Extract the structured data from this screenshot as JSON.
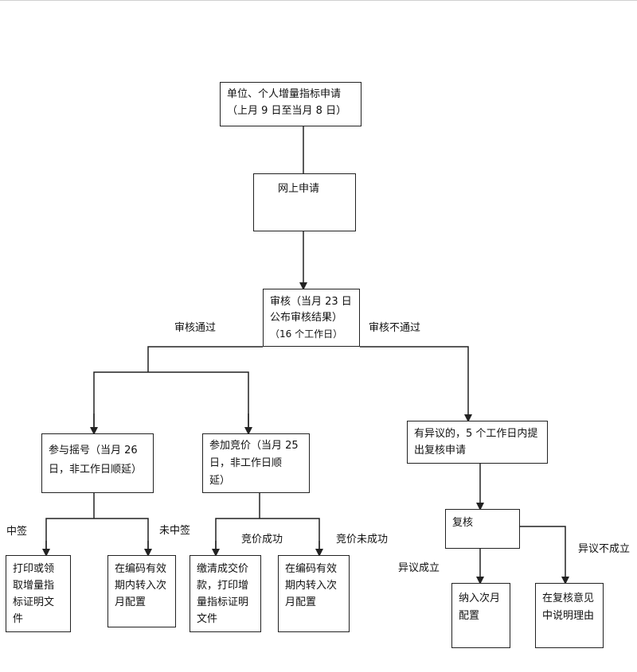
{
  "nodes": {
    "apply": {
      "line1": "单位、个人增量指标申请",
      "line2": "（上月 9 日至当月 8 日）"
    },
    "online": {
      "line1": "网上申请"
    },
    "review": {
      "line1": "审核（当月 23 日",
      "line2": "公布审核结果）",
      "line3": "（16 个工作日）"
    },
    "lottery": {
      "line1": "参与摇号（当月 26",
      "line2": "日，非工作日顺延）"
    },
    "bidding": {
      "line1": "参加竞价（当月 25",
      "line2": "日，非工作日顺",
      "line3": "延）"
    },
    "objection": {
      "line1": "有异议的，5 个工作日内提",
      "line2": "出复核申请"
    },
    "print_lottery": {
      "line1": "打印或领",
      "line2": "取增量指",
      "line3": "标证明文",
      "line4": "件"
    },
    "carry_lottery": {
      "line1": "在编码有效",
      "line2": "期内转入次",
      "line3": "月配置"
    },
    "pay_bid": {
      "line1": "缴清成交价",
      "line2": "款，打印增",
      "line3": "量指标证明",
      "line4": "文件"
    },
    "carry_bid": {
      "line1": "在编码有效",
      "line2": "期内转入次",
      "line3": "月配置"
    },
    "recheck": {
      "line1": "复核"
    },
    "next_month": {
      "line1": "纳入次月",
      "line2": "配置"
    },
    "explain": {
      "line1": "在复核意见",
      "line2": "中说明理由"
    }
  },
  "edge_labels": {
    "pass": "审核通过",
    "fail": "审核不通过",
    "won_lottery": "中签",
    "lost_lottery": "未中签",
    "bid_success": "竞价成功",
    "bid_fail": "竞价未成功",
    "objection_valid": "异议成立",
    "objection_invalid": "异议不成立"
  }
}
